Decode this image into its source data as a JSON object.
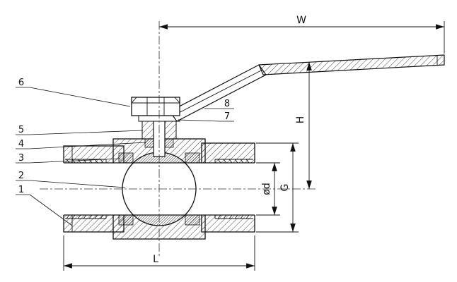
{
  "drawing": {
    "dimension_labels": {
      "width": "W",
      "height": "H",
      "length": "L",
      "thread": "G",
      "bore": "ød"
    },
    "part_numbers": {
      "p1": "1",
      "p2": "2",
      "p3": "3",
      "p4": "4",
      "p5": "5",
      "p6": "6",
      "p7": "7",
      "p8": "8"
    }
  }
}
